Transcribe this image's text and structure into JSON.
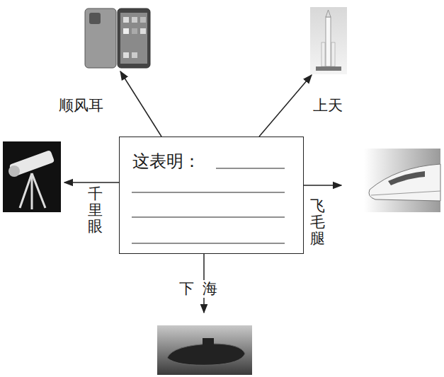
{
  "diagram": {
    "nodes": [
      {
        "text": [
          "这表明："
        ]
      }
    ],
    "labels": [
      "顺风耳",
      "上天",
      "千里眼",
      "飞毛腿",
      "下海"
    ]
  }
}
